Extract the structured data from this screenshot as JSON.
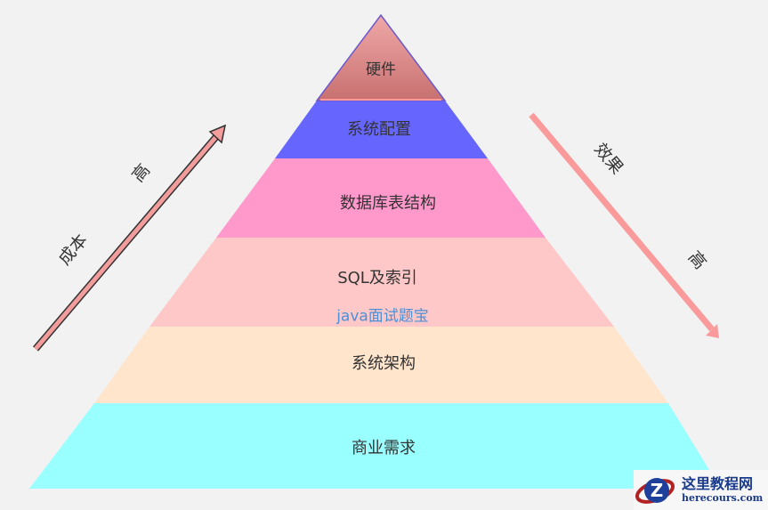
{
  "diagram": {
    "title": "",
    "layers": [
      {
        "label": "硬件",
        "color": "#d98585"
      },
      {
        "label": "系统配置",
        "color": "#6666ff"
      },
      {
        "label": "数据库表结构",
        "color": "#ff99cc"
      },
      {
        "label": "SQL及索引",
        "color": "#ffc8c8"
      },
      {
        "label": "系统架构",
        "color": "#ffe5cc"
      },
      {
        "label": "商业需求",
        "color": "#99ffff"
      }
    ],
    "watermark_text": "java面试题宝",
    "left_arrow": {
      "label_main": "成本",
      "label_end": "高",
      "direction": "up",
      "color": "#f29c9c"
    },
    "right_arrow": {
      "label_main": "效果",
      "label_end": "高",
      "direction": "down",
      "color": "#fa9a9a"
    }
  },
  "logo": {
    "name_cn": "这里教程网",
    "domain": "herecours.com"
  }
}
